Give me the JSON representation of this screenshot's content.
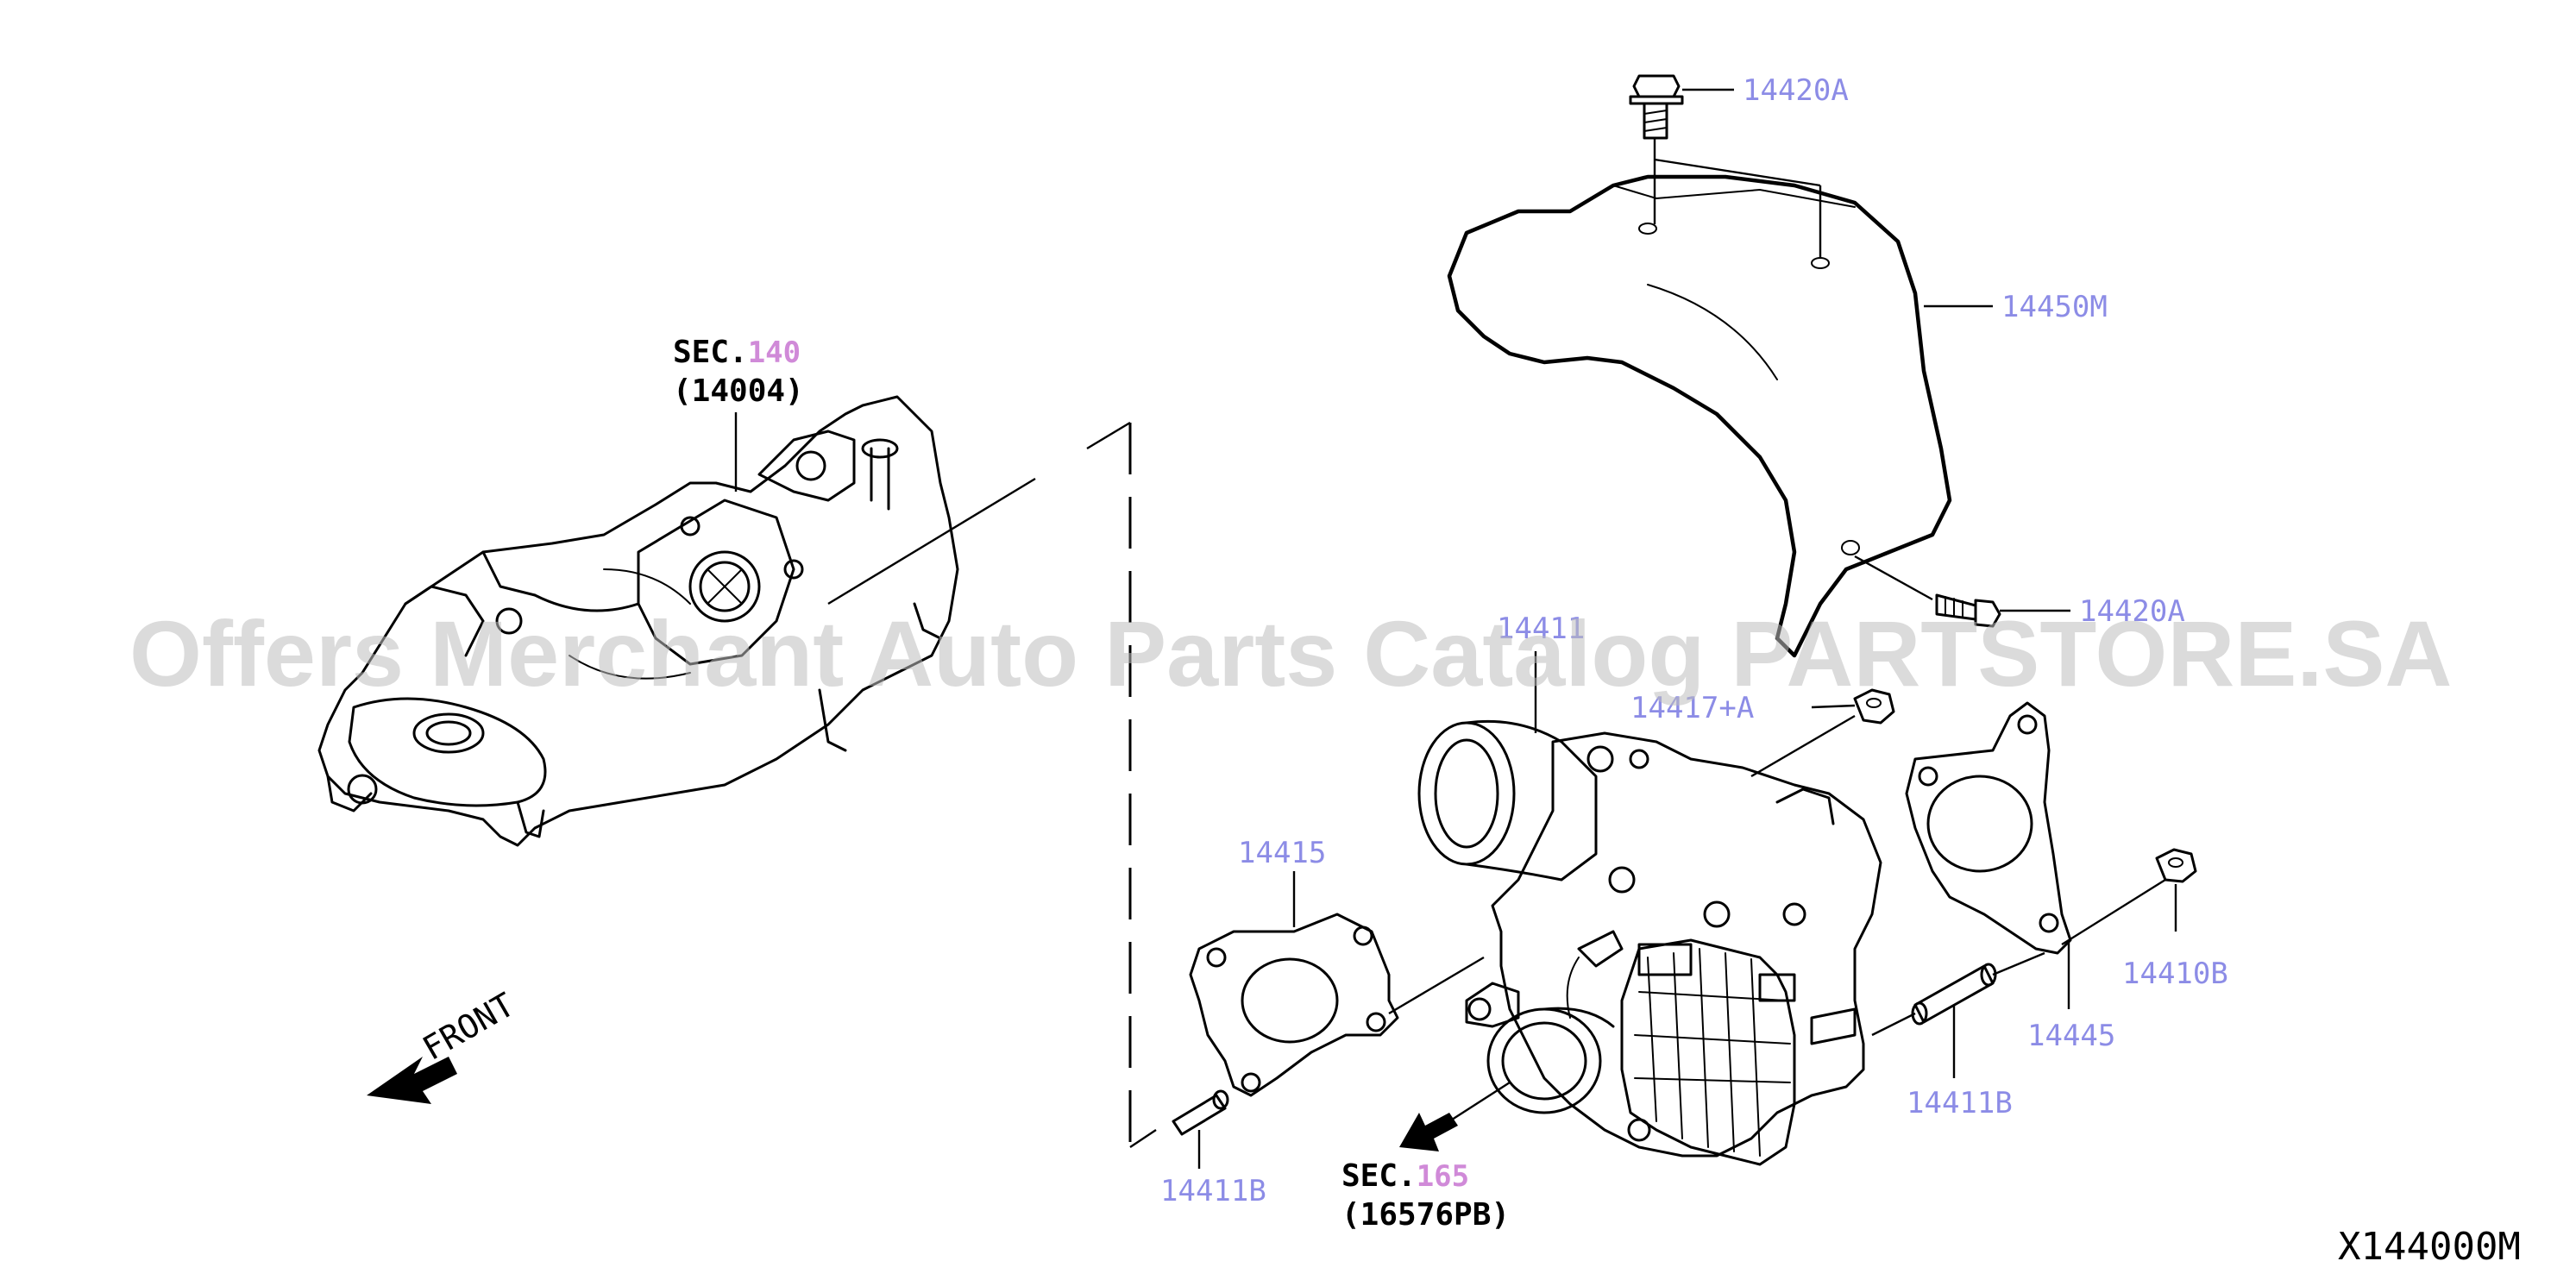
{
  "watermark": "Offers Merchant Auto Parts Catalog PARTSTORE.SA",
  "diagram_id": "X144000M",
  "front_label": "FRONT",
  "sections": [
    {
      "prefix": "SEC.",
      "number": "140",
      "part": "(14004)"
    },
    {
      "prefix": "SEC.",
      "number": "165",
      "part": "(16576PB)"
    }
  ],
  "callouts": {
    "bolt_top": "14420A",
    "heat_shield": "14450M",
    "bolt_side": "14420A",
    "turbocharger": "14411",
    "nut": "14417+A",
    "gasket_inlet": "14415",
    "stud_left": "14411B",
    "gasket_outlet": "14445",
    "nut_right": "14410B",
    "stud_right": "14411B"
  },
  "colors": {
    "callout": "#8c8ce6",
    "section_number": "#d08ad8",
    "line": "#000000"
  }
}
